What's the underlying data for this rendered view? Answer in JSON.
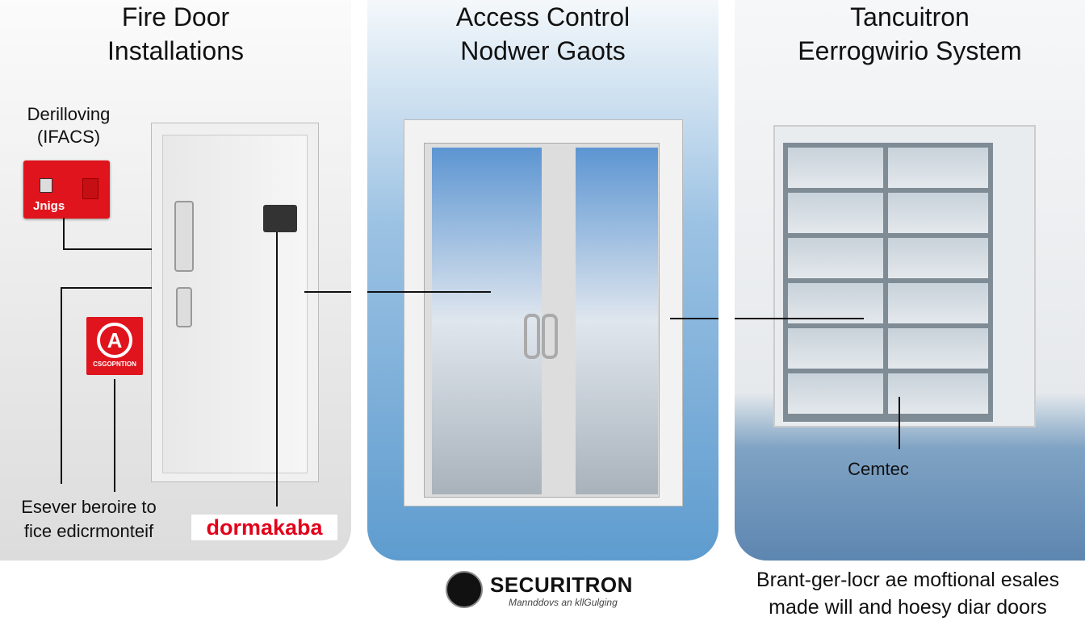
{
  "panels": [
    {
      "title_line1": "Fire Door",
      "title_line2": "Installations",
      "alarm_label_line1": "Derilloving",
      "alarm_label_line2": "(IFACS)",
      "alarm_panel_text": "Jnigs",
      "sign_text": "CSGOPNTION",
      "caption_line1": "Esever beroire to",
      "caption_line2": "fice edicrmonteif",
      "brand": "dormakaba"
    },
    {
      "title_line1": "Access Control",
      "title_line2": "Nodwer Gaots"
    },
    {
      "title_line1": "Tancuitron",
      "title_line2": "Eerrogwirio System",
      "floor_label": "Cemtec"
    }
  ],
  "footer": {
    "securitron_brand": "SECURITRON",
    "securitron_tagline": "Mannddovs an kllGulging",
    "caption_line1": "Brant-ger-locr ae moftional esales",
    "caption_line2": "made will and hoesy diar doors"
  },
  "colors": {
    "red": "#e0141c",
    "brand_red": "#e2001a"
  }
}
